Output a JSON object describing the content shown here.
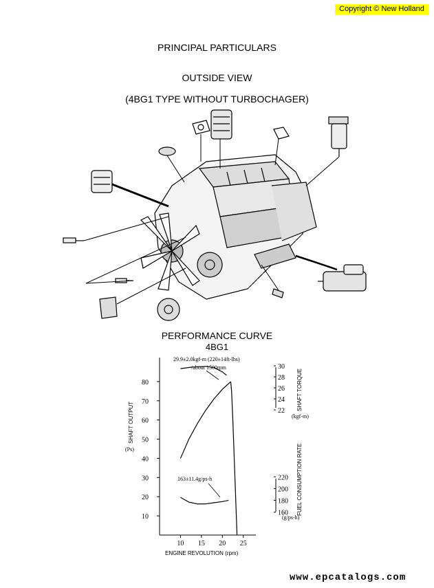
{
  "copyright": "Copyright © New Holland",
  "headings": {
    "principal": "PRINCIPAL PARTICULARS",
    "outside_view": "OUTSIDE VIEW",
    "type": "(4BG1 TYPE WITHOUT TURBOCHAGER)",
    "performance": "PERFORMANCE CURVE",
    "model": "4BG1"
  },
  "chart_data": {
    "type": "line",
    "xlabel": "ENGINE REVOLUTION (rpm)",
    "x_ticks": [
      "10",
      "15",
      "20",
      "25"
    ],
    "xlim": [
      5,
      28
    ],
    "output_axis": {
      "label": "SHAFT OUTPUT",
      "unit": "(Ps)",
      "ticks": [
        "10",
        "20",
        "30",
        "40",
        "50",
        "60",
        "70",
        "80"
      ],
      "ylim": [
        0,
        90
      ]
    },
    "torque_axis": {
      "label": "SHAFT TORQUE",
      "unit": "(kgf-m)",
      "ticks": [
        "30",
        "28",
        "26",
        "24",
        "22"
      ],
      "ylim": [
        21,
        31
      ]
    },
    "fuel_axis": {
      "label": "FUEL CONSUMPTION RATE",
      "unit": "(g/ps-h)",
      "ticks": [
        "220",
        "200",
        "180",
        "160"
      ],
      "ylim": [
        155,
        225
      ]
    },
    "annotations": {
      "torque": [
        "29.9±2.0kgf-m (220±14ft-lbs)",
        "/about 1500rpm"
      ],
      "fuel": "163±11.4g/ps-h"
    },
    "series": [
      {
        "axis": "torque",
        "x": [
          10,
          13,
          16,
          18,
          20,
          21
        ],
        "y": [
          29.5,
          29.8,
          29.9,
          29.7,
          28.9,
          28.3
        ]
      },
      {
        "axis": "output",
        "x": [
          10,
          12,
          14,
          16,
          18,
          20,
          21,
          22
        ],
        "y": [
          40,
          50,
          58,
          65,
          71,
          76,
          78,
          80
        ]
      },
      {
        "axis": "output",
        "x": [
          22,
          22.2,
          22.5,
          23,
          23.5
        ],
        "y": [
          80,
          75,
          60,
          30,
          0
        ]
      },
      {
        "axis": "fuel",
        "x": [
          10,
          12,
          14,
          16,
          18,
          20,
          21.5
        ],
        "y": [
          185,
          177,
          174,
          174,
          176,
          178,
          180
        ]
      }
    ]
  },
  "footer": "www.epcatalogs.com"
}
